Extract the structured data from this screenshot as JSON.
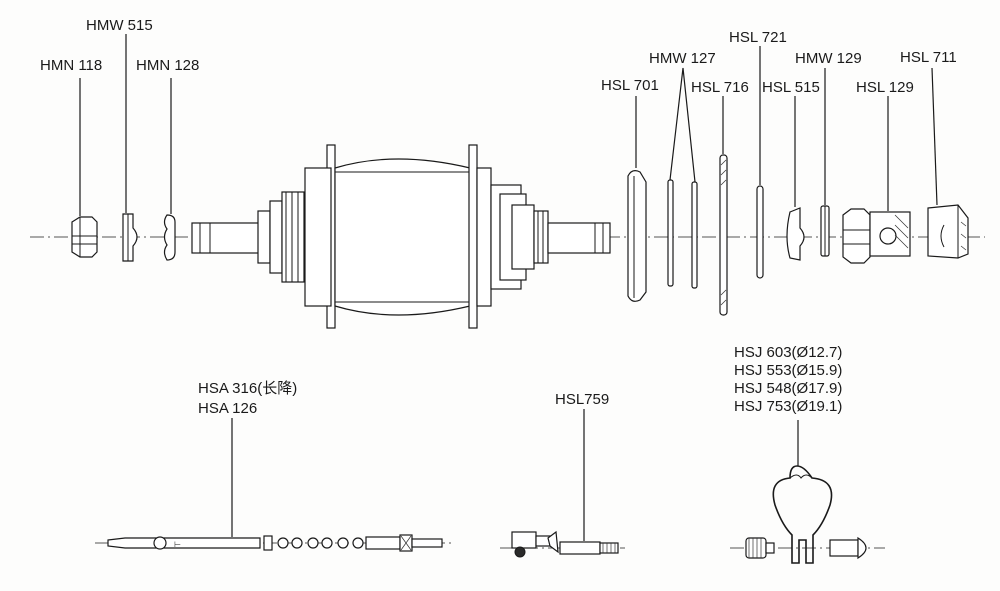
{
  "labels": {
    "hmw515": "HMW 515",
    "hmn118": "HMN 118",
    "hmn128": "HMN 128",
    "hmw127": "HMW 127",
    "hsl721": "HSL 721",
    "hmw129": "HMW 129",
    "hsl711": "HSL 711",
    "hsl701": "HSL 701",
    "hsl716": "HSL 716",
    "hsl515": "HSL 515",
    "hsl129": "HSL 129",
    "hsa316": "HSA 316(长降)",
    "hsa126": "HSA 126",
    "hsl759": "HSL759",
    "hsj603": "HSJ 603(Ø12.7)",
    "hsj553": "HSJ 553(Ø15.9)",
    "hsj548": "HSJ 548(Ø17.9)",
    "hsj753": "HSJ 753(Ø19.1)"
  }
}
